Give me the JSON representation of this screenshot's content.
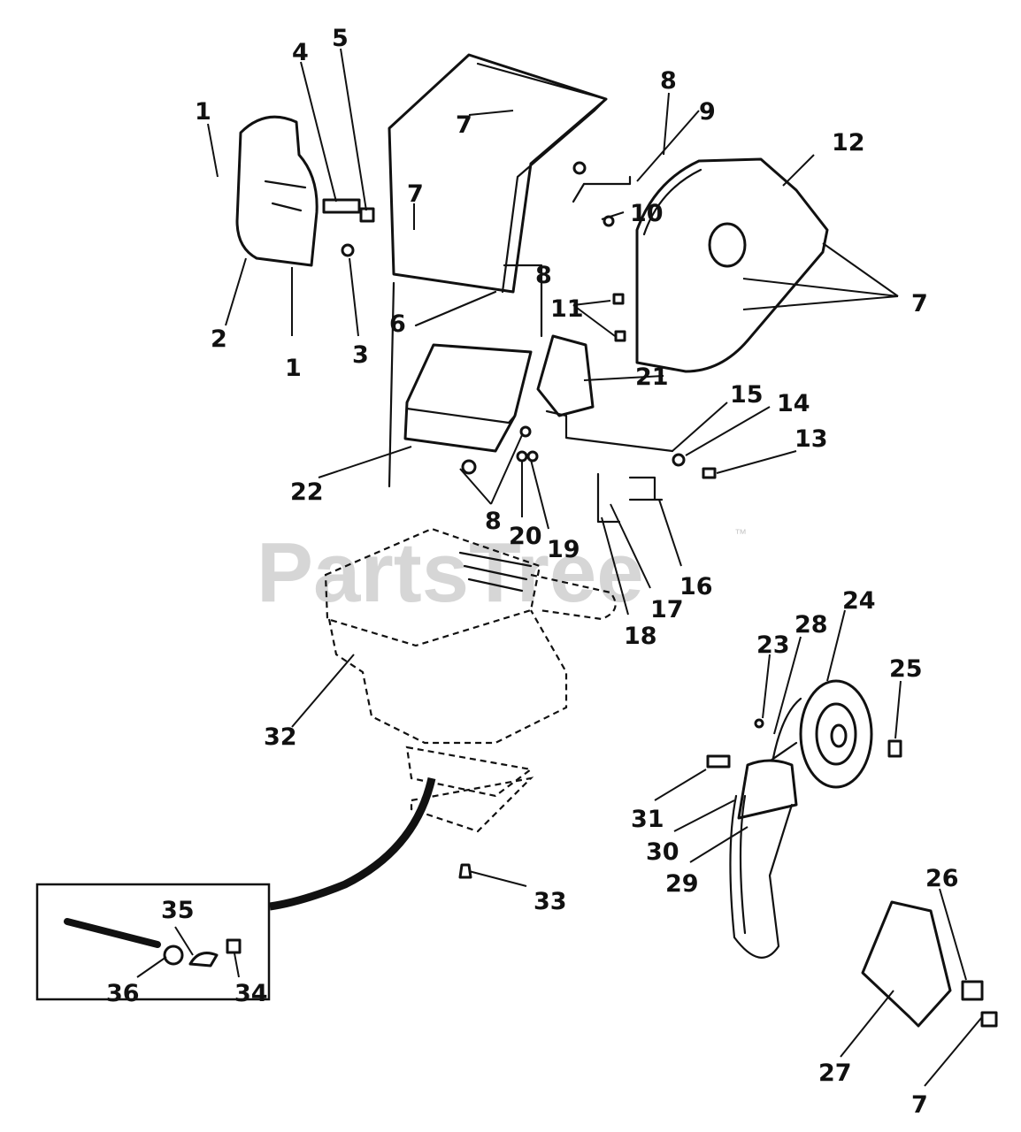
{
  "watermark": {
    "text": "PartsTree",
    "trademark": "™"
  },
  "callouts": {
    "c1a": "1",
    "c1b": "1",
    "c2": "2",
    "c3": "3",
    "c4": "4",
    "c5": "5",
    "c6": "6",
    "c7a": "7",
    "c7b": "7",
    "c7c": "7",
    "c7d": "7",
    "c8a": "8",
    "c8b": "8",
    "c8c": "8",
    "c9": "9",
    "c10": "10",
    "c11": "11",
    "c12": "12",
    "c13": "13",
    "c14": "14",
    "c15": "15",
    "c16": "16",
    "c17": "17",
    "c18": "18",
    "c19": "19",
    "c20": "20",
    "c21": "21",
    "c22": "22",
    "c23": "23",
    "c24": "24",
    "c25": "25",
    "c26": "26",
    "c27": "27",
    "c28": "28",
    "c29": "29",
    "c30": "30",
    "c31": "31",
    "c32": "32",
    "c33": "33",
    "c34": "34",
    "c35": "35",
    "c36": "36"
  },
  "colors": {
    "ink": "#111111",
    "paper": "#ffffff",
    "watermark": "#c9c9c9"
  }
}
